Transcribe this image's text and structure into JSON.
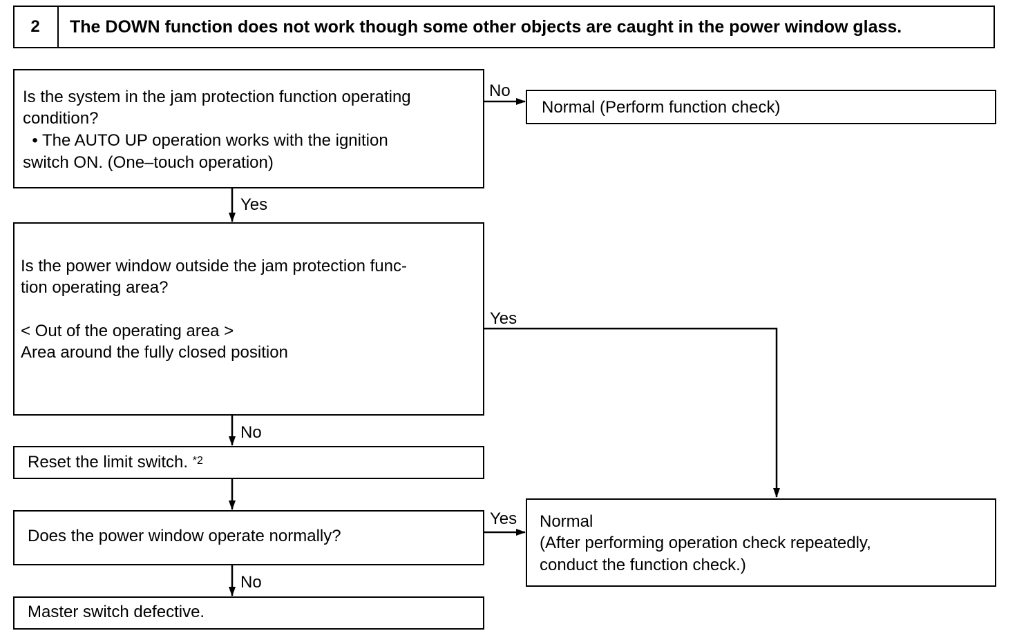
{
  "header": {
    "step": "2",
    "title": "The DOWN function does not work though some other objects are caught in the power window glass."
  },
  "q1": {
    "lines": [
      "Is the system in the jam protection function operating",
      "condition?",
      "  • The AUTO UP operation works with the ignition",
      "switch ON. (One–touch operation)"
    ]
  },
  "q1_no_result": "Normal (Perform function check)",
  "q2": {
    "lines": [
      "Is the power window outside the jam protection func-",
      "tion operating area?",
      "< Out of the operating area >",
      "Area around the fully closed position"
    ]
  },
  "reset": {
    "text": "Reset the limit switch. ",
    "note": "*2"
  },
  "q3": {
    "text": "Does the power window operate normally?"
  },
  "defect": {
    "text": "Master switch defective."
  },
  "normal_result": {
    "lines": [
      "Normal",
      "(After performing operation check repeatedly,",
      "conduct the function check.)"
    ]
  },
  "labels": {
    "q1_no": "No",
    "q1_yes": "Yes",
    "q2_yes": "Yes",
    "q2_no": "No",
    "q3_yes": "Yes",
    "q3_no": "No"
  }
}
